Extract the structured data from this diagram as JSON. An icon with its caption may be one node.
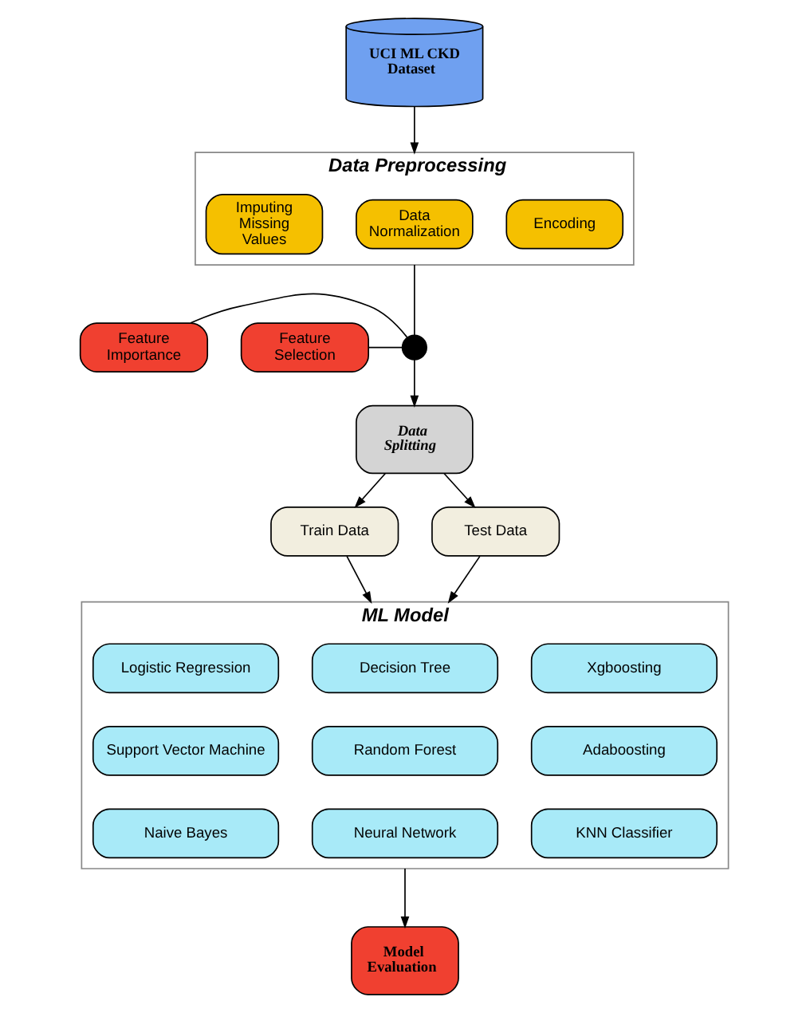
{
  "diagram": {
    "nodes": [
      {
        "text": [
          "UCI ML CKD Dataset"
        ]
      },
      {
        "text": [
          "Data Preprocessing"
        ]
      },
      {
        "text": [
          "Imputing Missing Values"
        ],
        "in": 1
      },
      {
        "text": [
          "Data Normalization"
        ],
        "in": 1
      },
      {
        "text": [
          "Encoding"
        ],
        "in": 1
      },
      {
        "text": [
          "Feature Importance"
        ]
      },
      {
        "text": [],
        "shape": "circle"
      },
      {
        "text": [
          "Feature Selection"
        ]
      },
      {
        "text": [
          "Data Splitting"
        ]
      },
      {
        "text": [
          "Train Data"
        ]
      },
      {
        "text": [
          "Test Data"
        ]
      },
      {
        "text": [
          "ML Model"
        ]
      },
      {
        "text": [
          "Logistic Regression"
        ],
        "in": 11
      },
      {
        "text": [
          "Decision Tree"
        ],
        "in": 11
      },
      {
        "text": [
          "Xgboosting"
        ],
        "in": 11
      },
      {
        "text": [
          "Support Vector Machine"
        ],
        "in": 11
      },
      {
        "text": [
          "Random Forest"
        ],
        "in": 11
      },
      {
        "text": [
          "Adaboosting"
        ],
        "in": 11
      },
      {
        "text": [
          "Naive Bayes"
        ],
        "in": 11
      },
      {
        "text": [
          "Neural Network"
        ],
        "in": 11
      },
      {
        "text": [
          "KNN Classifier"
        ],
        "in": 11
      },
      {
        "text": [
          "Model Evaluation"
        ]
      }
    ],
    "edges": [
      {
        "from": 0,
        "to": 1,
        "arrow": "to"
      },
      {
        "from": 1,
        "to": 6,
        "arrow": "none"
      },
      {
        "from": 5,
        "to": 6,
        "arrow": "none"
      },
      {
        "from": 7,
        "to": 6,
        "arrow": "none"
      },
      {
        "from": 6,
        "to": 8,
        "arrow": "to"
      },
      {
        "from": 8,
        "to": 9,
        "arrow": "to"
      },
      {
        "from": 8,
        "to": 10,
        "arrow": "to"
      },
      {
        "from": 9,
        "to": 11,
        "arrow": "to"
      },
      {
        "from": 10,
        "to": 11,
        "arrow": "to"
      },
      {
        "from": 11,
        "to": 21,
        "arrow": "to"
      }
    ]
  }
}
